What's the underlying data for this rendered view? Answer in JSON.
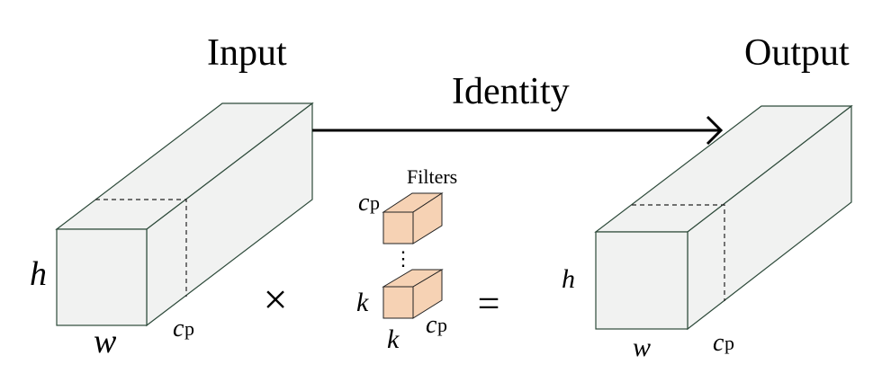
{
  "titles": {
    "input": "Input",
    "output": "Output",
    "identity": "Identity"
  },
  "labels": {
    "filters": "Filters",
    "h": "h",
    "w": "w",
    "k": "k",
    "cp_c": "c",
    "cp_p": "p",
    "times_symbol": "×",
    "equals_symbol": "=",
    "vdots": "⋮"
  },
  "colors": {
    "block_fill": "#f1f2f1",
    "block_stroke": "#2d4a3a",
    "filter_fill": "#f6d2b4",
    "filter_stroke": "#222222",
    "arrow": "#000000"
  }
}
